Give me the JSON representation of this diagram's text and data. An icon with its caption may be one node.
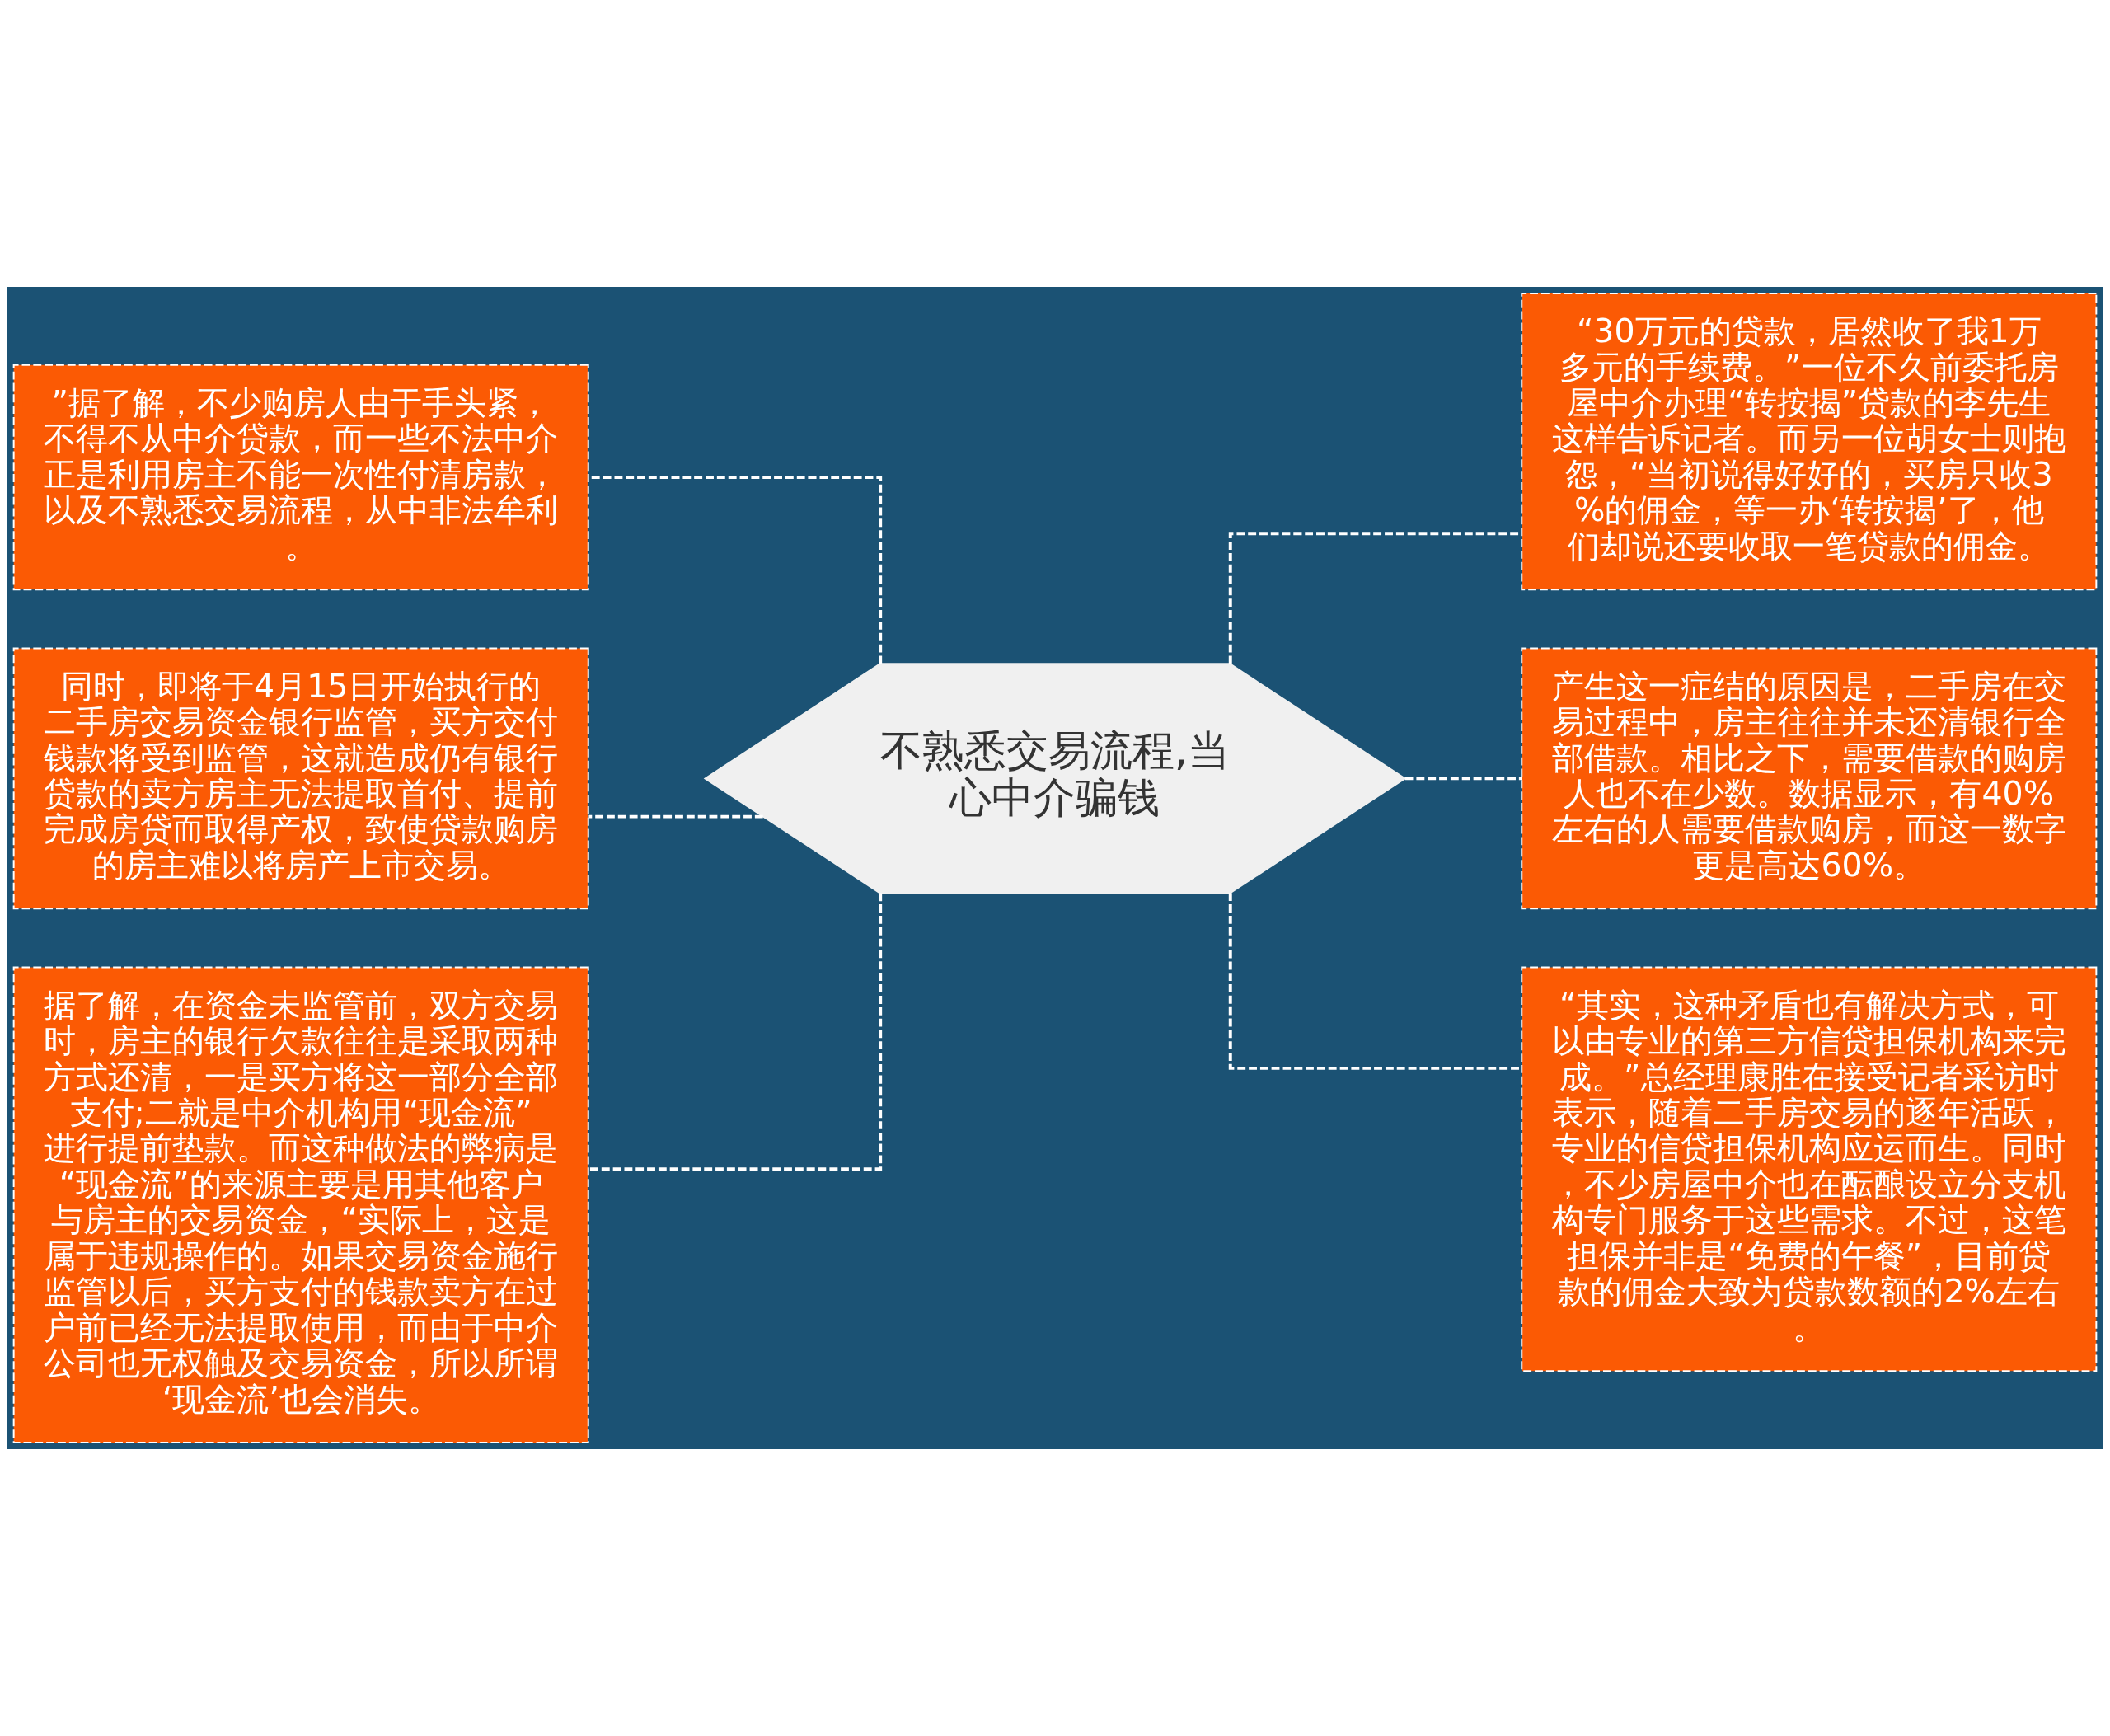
{
  "diagram": {
    "nodes": [
      {
        "text": [
          "不熟悉交易流程,当心中介骗钱"
        ]
      },
      {
        "text": [
          "”据了解，不少购房人由于手头紧，不得不从中介贷款，而一些不法中介正是利用房主不能一次性付清房款，以及不熟悉交易流程，从中非法牟利。"
        ]
      },
      {
        "text": [
          "同时，即将于4月15日开始执行的二手房交易资金银行监管，买方交付钱款将受到监管，这就造成仍有银行贷款的卖方房主无法提取首付、提前完成房贷而取得产权，致使贷款购房的房主难以将房产上市交易。"
        ]
      },
      {
        "text": [
          "据了解，在资金未监管前，双方交易时，房主的银行欠款往往是采取两种方式还清，一是买方将这一部分全部支付;二就是中介机构用“现金流”进行提前垫款。而这种做法的弊病是“现金流”的来源主要是用其他客户与房主的交易资金，“实际上，这是属于违规操作的。如果交易资金施行监管以后，买方支付的钱款卖方在过户前已经无法提取使用，而由于中介公司也无权触及交易资金，所以所谓‘现金流’也会消失。"
        ]
      },
      {
        "text": [
          "“30万元的贷款，居然收了我1万多元的手续费。”一位不久前委托房屋中介办理“转按揭”贷款的李先生这样告诉记者。而另一位胡女士则抱怨，“当初说得好好的，买房只收3%的佣金，等一办‘转按揭’了，他们却说还要收取一笔贷款的佣金。"
        ]
      },
      {
        "text": [
          "产生这一症结的原因是，二手房在交易过程中，房主往往并未还清银行全部借款。相比之下，需要借款的购房人也不在少数。数据显示，有40%左右的人需要借款购房，而这一数字更是高达60%。"
        ]
      },
      {
        "text": [
          "“其实，这种矛盾也有解决方式，可以由专业的第三方信贷担保机构来完成。”总经理康胜在接受记者采访时表示，随着二手房交易的逐年活跃，专业的信贷担保机构应运而生。同时，不少房屋中介也在酝酿设立分支机构专门服务于这些需求。不过，这笔担保并非是“免费的午餐”，目前贷款的佣金大致为贷款数额的2%左右。"
        ]
      }
    ],
    "edges": [
      {
        "from": 0,
        "to": 1,
        "arrow": "none",
        "style": "dashed"
      },
      {
        "from": 0,
        "to": 2,
        "arrow": "none",
        "style": "dashed"
      },
      {
        "from": 0,
        "to": 3,
        "arrow": "none",
        "style": "dashed"
      },
      {
        "from": 0,
        "to": 4,
        "arrow": "none",
        "style": "dashed"
      },
      {
        "from": 0,
        "to": 5,
        "arrow": "none",
        "style": "dashed"
      },
      {
        "from": 0,
        "to": 6,
        "arrow": "none",
        "style": "dashed"
      }
    ]
  }
}
